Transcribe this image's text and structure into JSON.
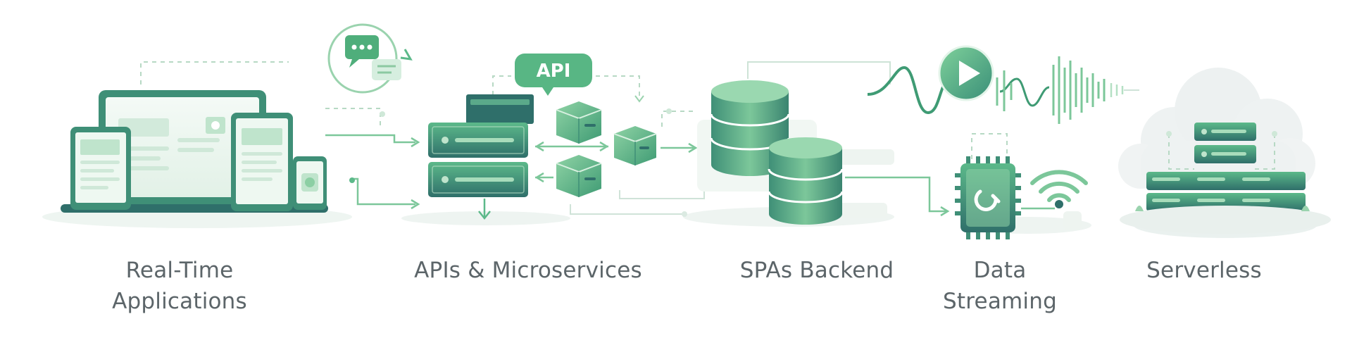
{
  "categories": [
    {
      "id": "real-time",
      "lines": [
        "Real-Time",
        "Applications"
      ]
    },
    {
      "id": "apis",
      "lines": [
        "APIs & Microservices"
      ]
    },
    {
      "id": "spas",
      "lines": [
        "SPAs Backend"
      ]
    },
    {
      "id": "data-streaming",
      "lines": [
        "Data",
        "Streaming"
      ]
    },
    {
      "id": "serverless",
      "lines": [
        "Serverless"
      ]
    }
  ],
  "api_badge": {
    "text": "API"
  },
  "colors": {
    "primary_green": "#4fae7b",
    "dark_teal": "#2f6f6a",
    "light_green": "#bfe4cc",
    "pale_green": "#e8f5ec",
    "cloud_grey": "#e9eeee",
    "label_grey": "#5c6569"
  },
  "icons": [
    "laptop-icon",
    "tablet-icon",
    "phone-icon",
    "chat-bubble-icon",
    "server-rack-icon",
    "api-badge-icon",
    "cube-icon",
    "database-icon",
    "play-button-icon",
    "sound-wave-icon",
    "chip-icon",
    "wifi-icon",
    "cloud-icon"
  ]
}
